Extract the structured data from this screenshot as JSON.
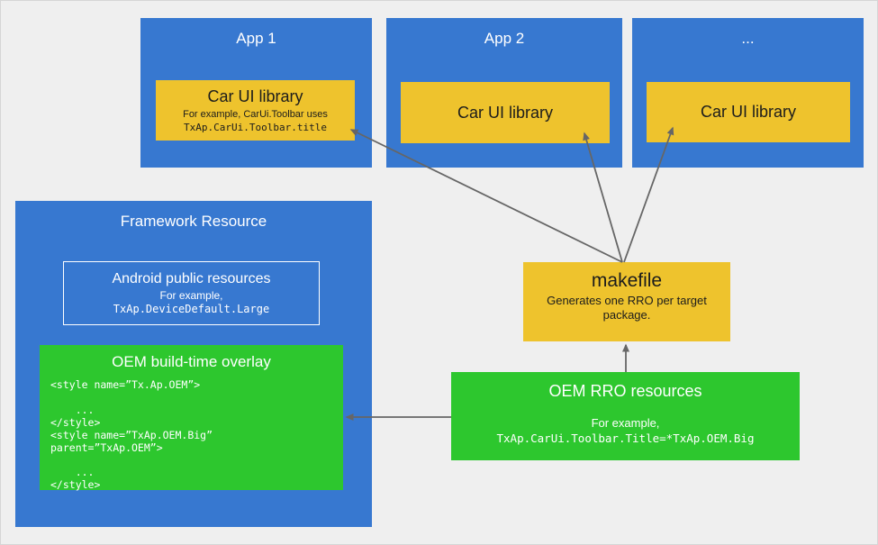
{
  "colors": {
    "blue": "#3778d0",
    "yellow": "#eec32d",
    "green": "#2dc72e",
    "background": "#efefef",
    "arrow": "#666666"
  },
  "apps": [
    {
      "title": "App 1",
      "lib_title": "Car UI library",
      "lib_example_line": "For example, CarUi.Toolbar uses",
      "lib_example_code": "TxAp.CarUi.Toolbar.title"
    },
    {
      "title": "App 2",
      "lib_title": "Car UI library"
    },
    {
      "title": "...",
      "lib_title": "Car UI library"
    }
  ],
  "framework": {
    "title": "Framework Resource",
    "android_public": {
      "title": "Android public resources",
      "example_label": "For example,",
      "example_code": "TxAp.DeviceDefault.Large"
    },
    "oem_overlay": {
      "title": "OEM build-time overlay",
      "code": "<style name=”Tx.Ap.OEM”>\n\n    ...\n</style>\n<style name=”TxAp.OEM.Big”\nparent=”TxAp.OEM”>\n\n    ...\n</style>"
    }
  },
  "makefile": {
    "title": "makefile",
    "subtitle": "Generates one RRO per target package."
  },
  "oem_rro": {
    "title": "OEM RRO resources",
    "example_label": "For example,",
    "example_code": "TxAp.CarUi.Toolbar.Title=*TxAp.OEM.Big"
  }
}
